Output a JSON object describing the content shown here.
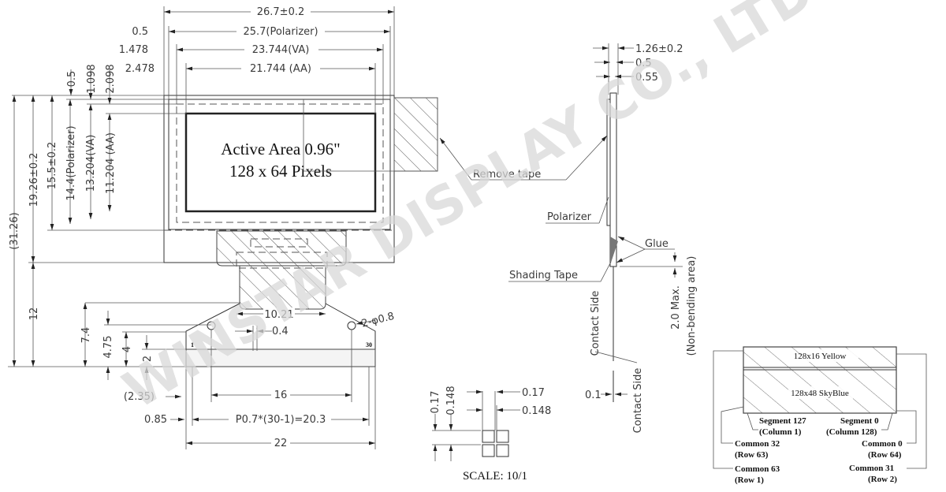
{
  "watermark": "WINSTAR DISPLAY CO., LTD.",
  "front_view": {
    "top_dims": {
      "outline": "26.7±0.2",
      "polarizer": "25.7(Polarizer)",
      "va": "23.744(VA)",
      "aa": "21.744  (AA)",
      "offset_polarizer": "0.5",
      "offset_va": "1.478",
      "offset_aa": "2.478"
    },
    "left_dims": {
      "offset_top_polarizer": "0.5",
      "offset_top_va": "1.098",
      "offset_top_aa": "2.098",
      "total": "(31.26)",
      "module_height": "19.26±0.2",
      "glass": "15.5±0.2",
      "polarizer": "14.4(Polarizer)",
      "va": "13.204(VA)",
      "aa": "11.204  (AA)",
      "fpc": "12",
      "fpc_a": "7.4",
      "fpc_b": "4.75",
      "fpc_c": "4",
      "fpc_d": "2"
    },
    "active_area_label": "Active Area 0.96\"",
    "pixels_label": "128 x 64 Pixels",
    "fpc_dims": {
      "neck_width": "10.21",
      "pin_width": "0.4",
      "holes": "2-φ0.8",
      "pin1": "1",
      "pin30": "30",
      "hole_spacing": "16",
      "offset_a": "(2.35)",
      "offset_b": "0.85",
      "pitch": "P0.7*(30-1)=20.3",
      "total_width": "22"
    }
  },
  "side_view": {
    "thickness": "1.26±0.2",
    "layer_a": "0.5",
    "layer_b": "0.55",
    "remove_tape": "Remove tape",
    "polarizer": "Polarizer",
    "glue": "Glue",
    "shading_tape": "Shading Tape",
    "non_bending": "2.0 Max.",
    "non_bending_note": "(Non-bending area)",
    "contact_side_1": "Contact Side",
    "contact_side_2": "Contact Side",
    "fpc_thickness": "0.1"
  },
  "pixel_detail": {
    "pitch_v": "0.17",
    "size_v": "0.148",
    "pitch_h": "0.17",
    "size_h": "0.148",
    "scale": "SCALE: 10/1"
  },
  "color_map": {
    "yellow": "128x16 Yellow",
    "skyblue": "128x48 SkyBlue",
    "seg127": "Segment 127",
    "col1": "(Column 1)",
    "seg0": "Segment 0",
    "col128": "(Column 128)",
    "com32": "Common 32",
    "row63": "(Row 63)",
    "com0": "Common 0",
    "row64": "(Row 64)",
    "com63": "Common 63",
    "row1": "(Row 1)",
    "com31": "Common 31",
    "row2": "(Row 2)"
  }
}
